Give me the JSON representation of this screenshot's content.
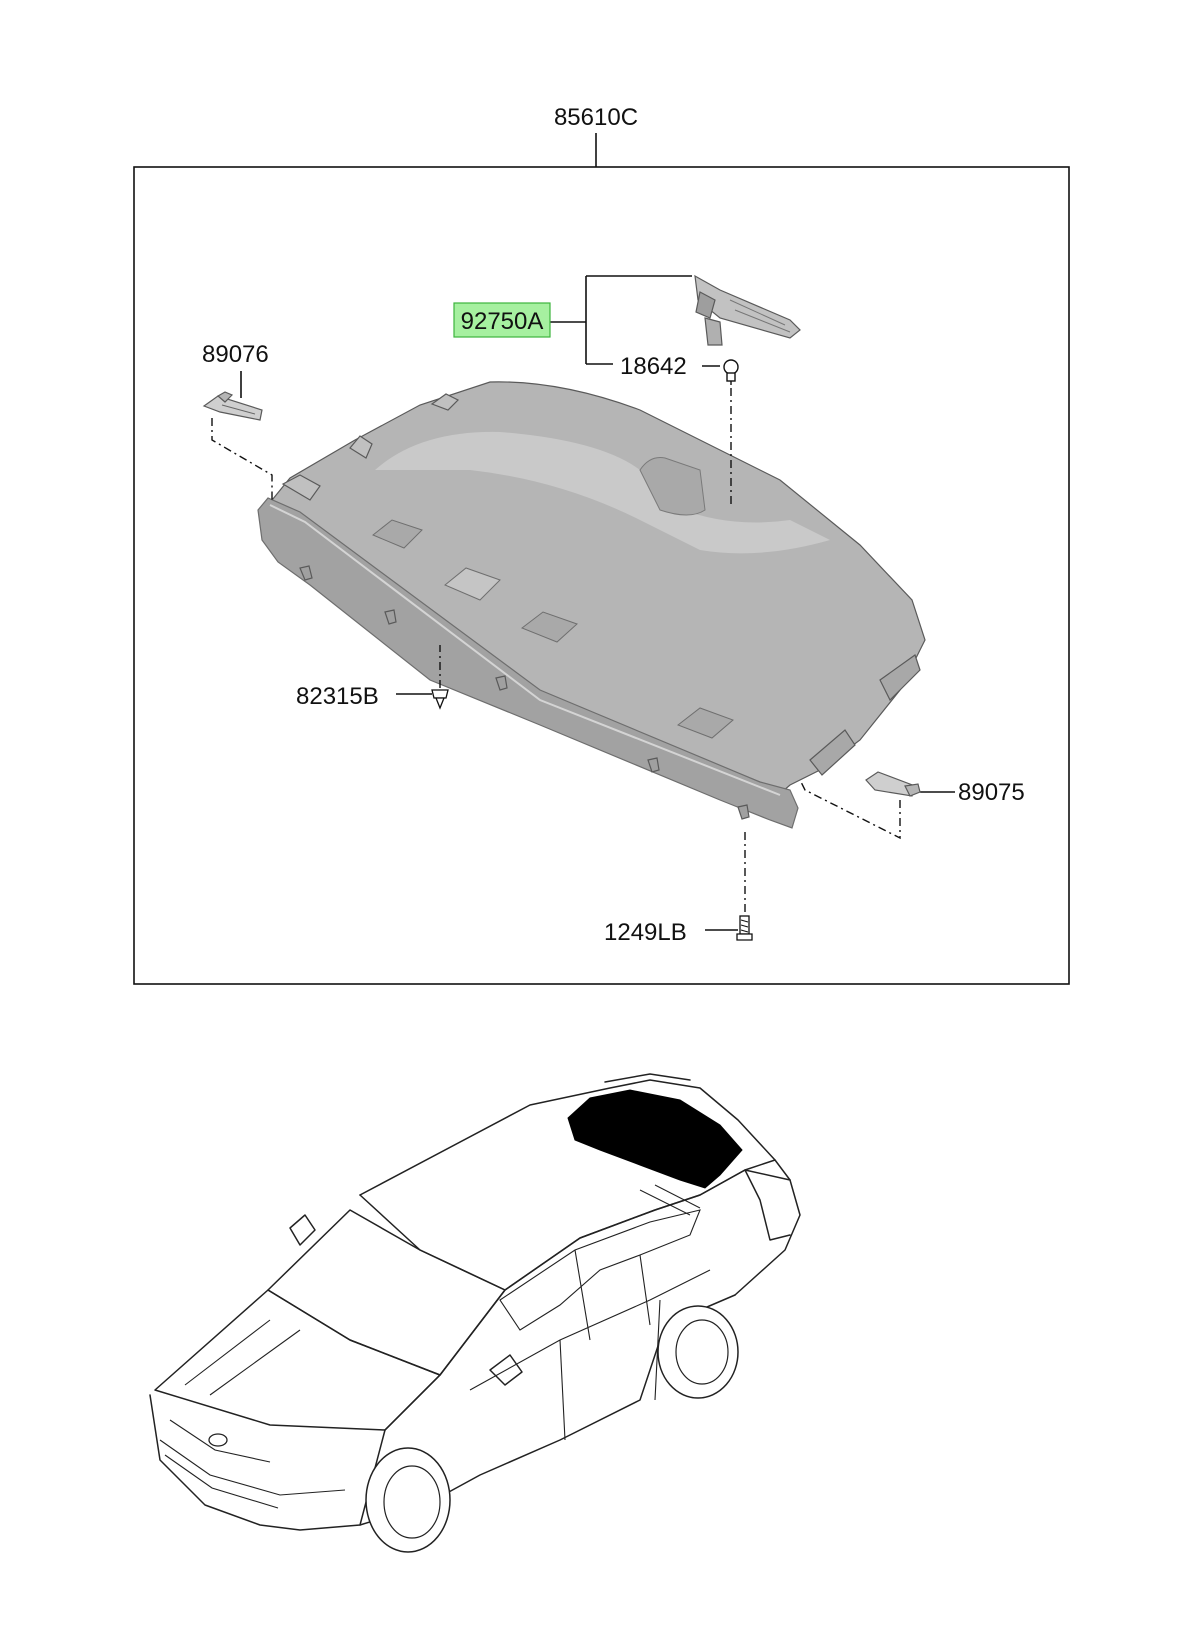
{
  "diagram": {
    "assembly_label": "85610C",
    "parts": [
      {
        "id": "92750A",
        "label": "92750A",
        "highlighted": true
      },
      {
        "id": "18642",
        "label": "18642",
        "highlighted": false
      },
      {
        "id": "89076",
        "label": "89076",
        "highlighted": false
      },
      {
        "id": "89075",
        "label": "89075",
        "highlighted": false
      },
      {
        "id": "82315B",
        "label": "82315B",
        "highlighted": false
      },
      {
        "id": "1249LB",
        "label": "1249LB",
        "highlighted": false
      }
    ],
    "colors": {
      "highlight_fill": "#a6f0a0",
      "highlight_stroke": "#3cb43c",
      "panel_fill": "#b8b8b8",
      "panel_shade": "#a4a4a4",
      "car_location_fill": "#000000"
    }
  }
}
